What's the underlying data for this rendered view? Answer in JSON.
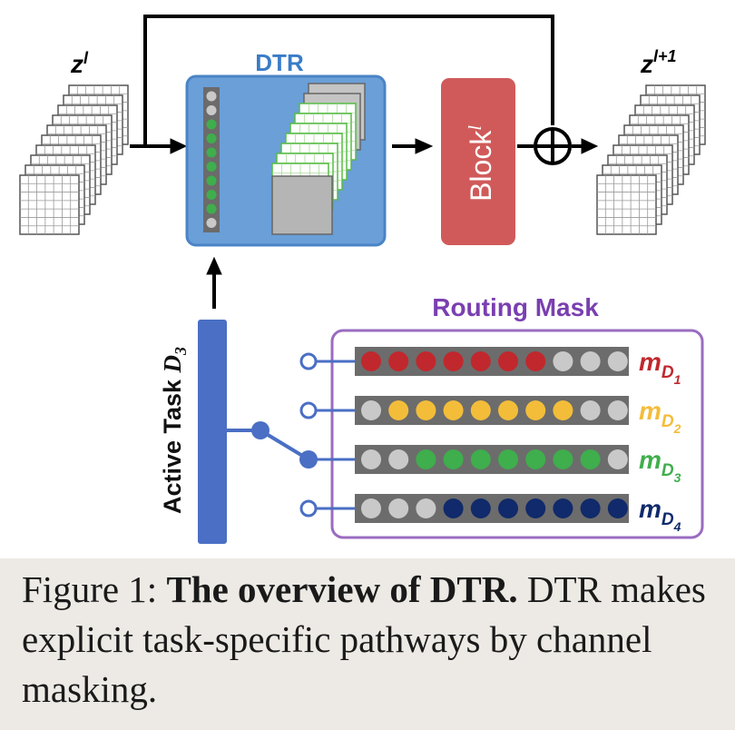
{
  "diagram": {
    "input_label": "z",
    "input_sup": "l",
    "output_label": "z",
    "output_sup": "l+1",
    "dtr_label": "DTR",
    "block_label": "Block",
    "block_sup": "l",
    "routing_title": "Routing Mask",
    "active_task_label": "Active Task",
    "active_task_var": "D",
    "active_task_sub": "3",
    "masks": [
      {
        "label": "m",
        "sub": "D",
        "subsub": "1",
        "color": "#c0282d",
        "pattern": [
          1,
          1,
          1,
          1,
          1,
          1,
          1,
          0,
          0,
          0
        ]
      },
      {
        "label": "m",
        "sub": "D",
        "subsub": "2",
        "color": "#f3bd3a",
        "pattern": [
          0,
          1,
          1,
          1,
          1,
          1,
          1,
          1,
          0,
          0
        ]
      },
      {
        "label": "m",
        "sub": "D",
        "subsub": "3",
        "color": "#3fae4c",
        "pattern": [
          0,
          0,
          1,
          1,
          1,
          1,
          1,
          1,
          1,
          0
        ]
      },
      {
        "label": "m",
        "sub": "D",
        "subsub": "4",
        "color": "#102a6b",
        "pattern": [
          0,
          0,
          0,
          1,
          1,
          1,
          1,
          1,
          1,
          1
        ]
      }
    ],
    "active_mask_index": 2,
    "colors": {
      "dtr_box": "#6a9fd8",
      "dtr_border": "#4a84c6",
      "block_box": "#d05a5a",
      "routing_border": "#9a6cc0",
      "routing_title": "#7a3fb0",
      "task_bar": "#4a6fc4",
      "inactive_dot": "#c9c9c9",
      "mask_bar": "#6c6c6c"
    }
  },
  "caption": {
    "prefix": "Figure 1: ",
    "bold": "The overview of DTR.",
    "rest": " DTR makes explicit task-specific pathways by channel masking."
  }
}
